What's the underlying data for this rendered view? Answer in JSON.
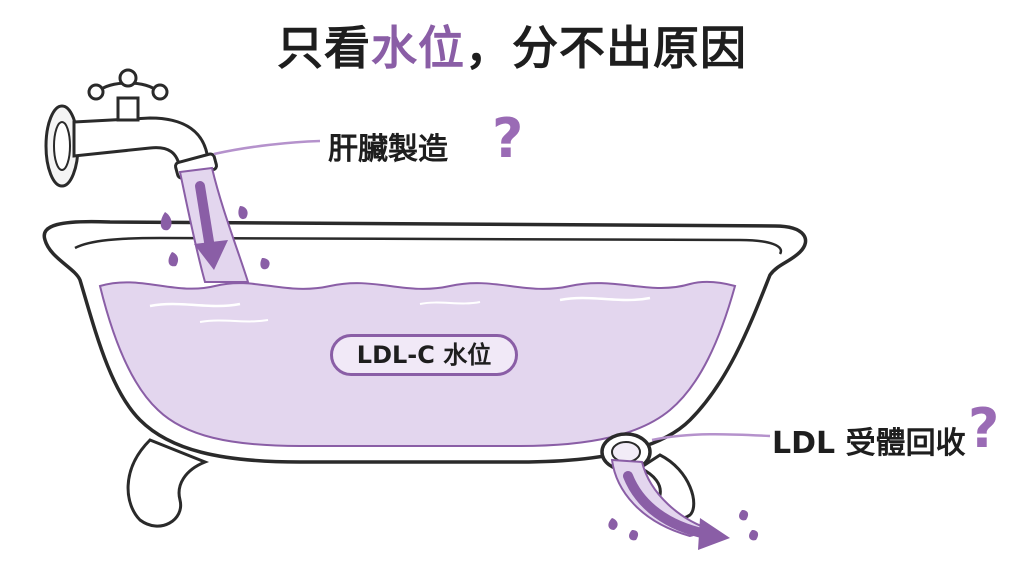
{
  "title": {
    "part1": "只看",
    "highlight": "水位",
    "part2": "，分不出原因"
  },
  "labels": {
    "inflow": "肝臟製造",
    "outflow": "LDL 受體回收",
    "level": "LDL-C 水位",
    "question_mark": "?"
  },
  "icons": [
    "faucet-icon",
    "bathtub-icon",
    "drain-icon",
    "question-mark-icon",
    "inflow-arrow-icon",
    "outflow-arrow-icon"
  ],
  "colors": {
    "accent": "#8a5ea6",
    "water": "#e3d6ee",
    "outline": "#2a2a2a"
  }
}
